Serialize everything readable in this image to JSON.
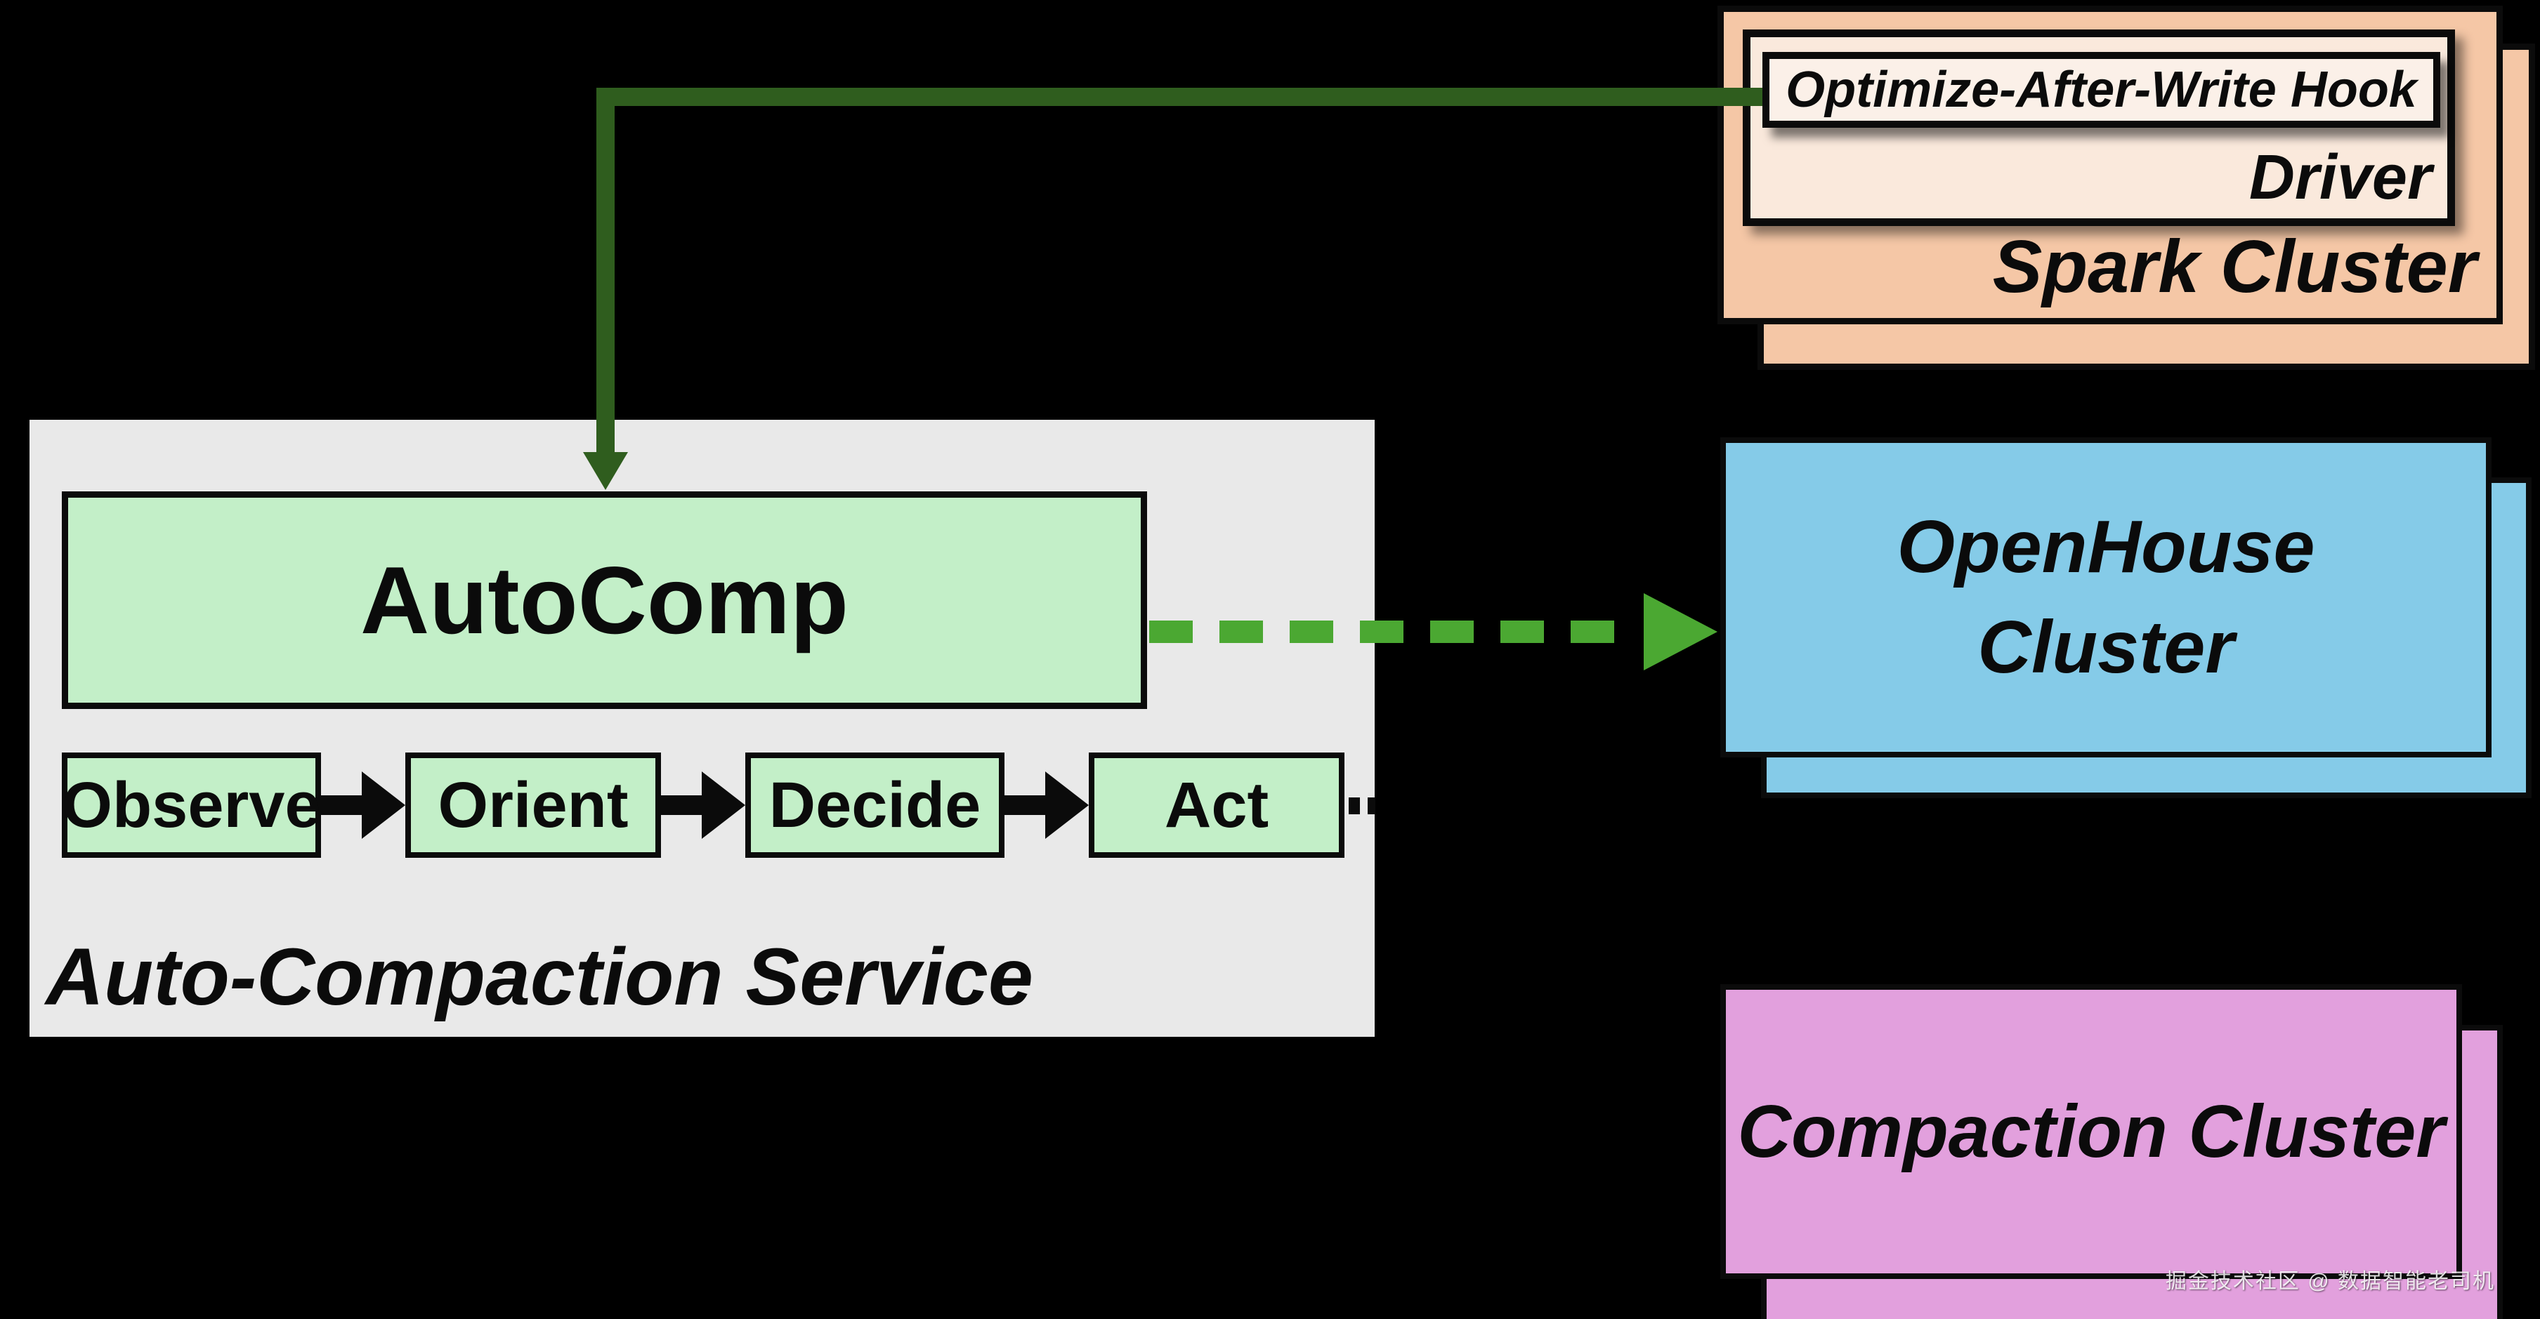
{
  "spark_cluster": {
    "label": "Spark Cluster",
    "driver": {
      "label": "Driver",
      "hook_label": "Optimize-After-Write Hook"
    }
  },
  "auto_compaction_service": {
    "label": "Auto-Compaction Service",
    "autocomp_label": "AutoComp",
    "ooda": [
      {
        "label": "Observe"
      },
      {
        "label": "Orient"
      },
      {
        "label": "Decide"
      },
      {
        "label": "Act"
      }
    ]
  },
  "openhouse_cluster": {
    "label": "OpenHouse\nCluster"
  },
  "compaction_cluster": {
    "label": "Compaction Cluster"
  },
  "watermark": "掘金技术社区 @ 数据智能老司机",
  "colors": {
    "background": "#000000",
    "spark_peach": "#F5C7A6",
    "driver_fill": "#FAE9DC",
    "hook_fill": "#FBF0E8",
    "service_gray": "#E9E9E9",
    "mint_green": "#C3EFC8",
    "openhouse_blue": "#85CBE8",
    "compaction_pink": "#E2A0DD",
    "arrow_dark_green": "#2F5D1E",
    "arrow_bright_green": "#4BA832",
    "arrow_black": "#0B0B0B"
  }
}
